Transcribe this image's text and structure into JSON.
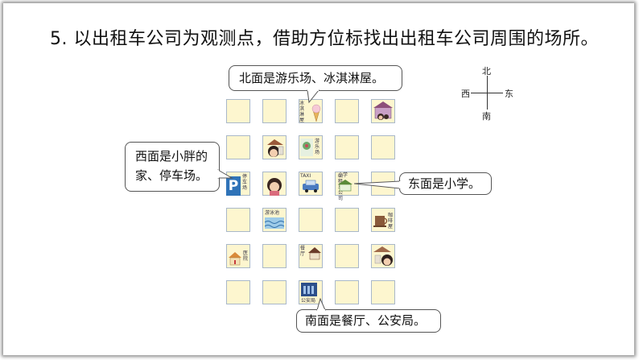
{
  "title": "5. 以出租车公司为观测点，借助方位标找出出租车公司周围的场所。",
  "bubbles": {
    "north": "北面是游乐场、冰淇淋屋。",
    "west_line1": "西面是小胖的",
    "west_line2": "家、停车场。",
    "east": "东面是小学。",
    "south": "南面是餐厅、公安局。"
  },
  "compass": {
    "north": "北",
    "south": "南",
    "east": "东",
    "west": "西"
  },
  "map_labels": {
    "ice_cream": "冰淇淋屋",
    "playground": "游乐场",
    "parking": "停车场",
    "parking_sign": "P",
    "taxi": "TAXI",
    "taxi_company": "出租车公司",
    "school": "小学",
    "pool": "游泳池",
    "cafe": "咖啡屋",
    "hospital": "医院",
    "restaurant": "餐厅",
    "police": "公安局"
  },
  "colors": {
    "cell_fill": "#fdf6cf",
    "cell_border": "#a9b8c9",
    "parking_blue": "#2f73b8"
  }
}
